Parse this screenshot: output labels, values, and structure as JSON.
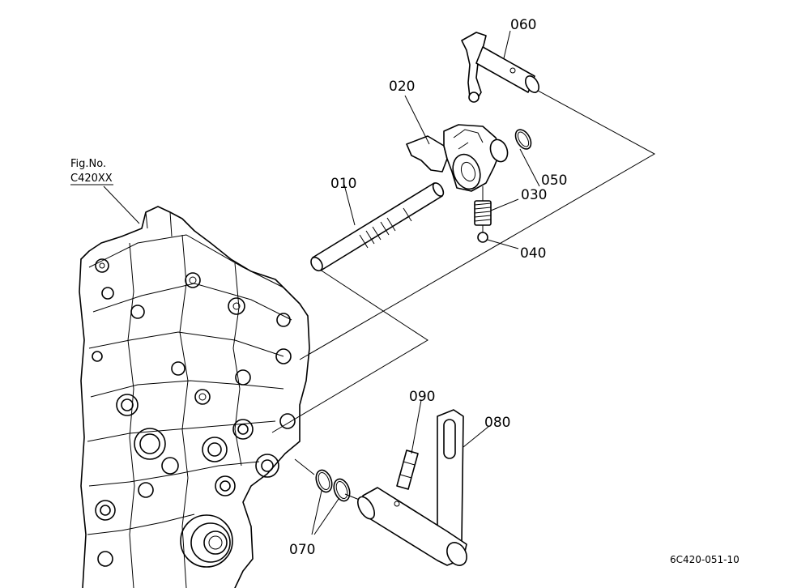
{
  "figure_ref": {
    "line1": "Fig.No.",
    "line2": "C420XX"
  },
  "parts": {
    "p010": "010",
    "p020": "020",
    "p030": "030",
    "p040": "040",
    "p050": "050",
    "p060": "060",
    "p070": "070",
    "p080": "080",
    "p090": "090"
  },
  "diagram_code": "6C420-051-10"
}
